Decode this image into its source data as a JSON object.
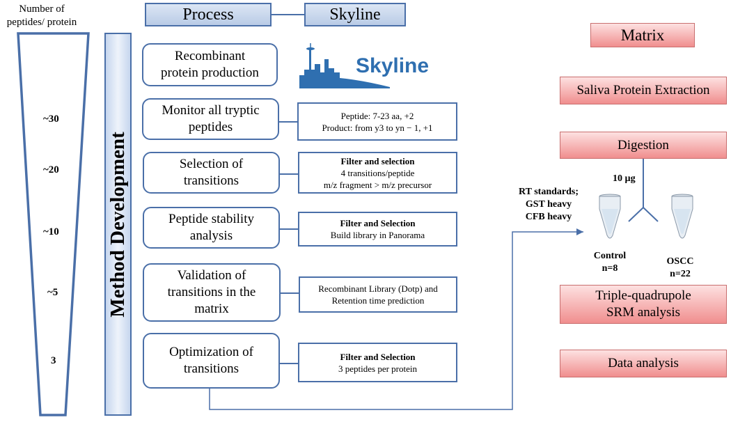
{
  "y_axis_label": "Number of peptides/ protein",
  "funnel_ticks": [
    "~30",
    "~20",
    "~10",
    "~5",
    "3"
  ],
  "header": {
    "process": "Process",
    "skyline": "Skyline"
  },
  "method_development": "Method Development",
  "skyline_logo_text": "Skyline",
  "steps": [
    {
      "line1": "Recombinant",
      "line2": "protein production"
    },
    {
      "line1": "Monitor all tryptic",
      "line2": "peptides"
    },
    {
      "line1": "Selection of",
      "line2": "transitions"
    },
    {
      "line1": "Peptide stability",
      "line2": "analysis"
    },
    {
      "line1": "Validation of",
      "line2": "transitions in the",
      "line3": "matrix"
    },
    {
      "line1": "Optimization of",
      "line2": "transitions"
    }
  ],
  "details": [
    {
      "line1": "Peptide: 7-23 aa, +2",
      "line2": "Product: from y3 to yn − 1, +1"
    },
    {
      "title": "Filter and selection",
      "line1": "4 transitions/peptide",
      "line2": "m/z fragment > m/z precursor"
    },
    {
      "title": "Filter and Selection",
      "line1": "Build library in Panorama"
    },
    {
      "line1": "Recombinant Library (Dotp) and",
      "line2": "Retention time prediction"
    },
    {
      "title": "Filter and Selection",
      "line1": "3 peptides per protein"
    }
  ],
  "matrix": {
    "title": "Matrix",
    "extraction": "Saliva Protein Extraction",
    "digestion": "Digestion",
    "amount": "10 µg",
    "standards": [
      "RT standards;",
      "GST heavy",
      "CFB heavy"
    ],
    "control_label": "Control",
    "control_n": "n=8",
    "oscc_label": "OSCC",
    "oscc_n": "n=22",
    "srm_line1": "Triple-quadrupole",
    "srm_line2": "SRM analysis",
    "data_analysis": "Data analysis"
  }
}
